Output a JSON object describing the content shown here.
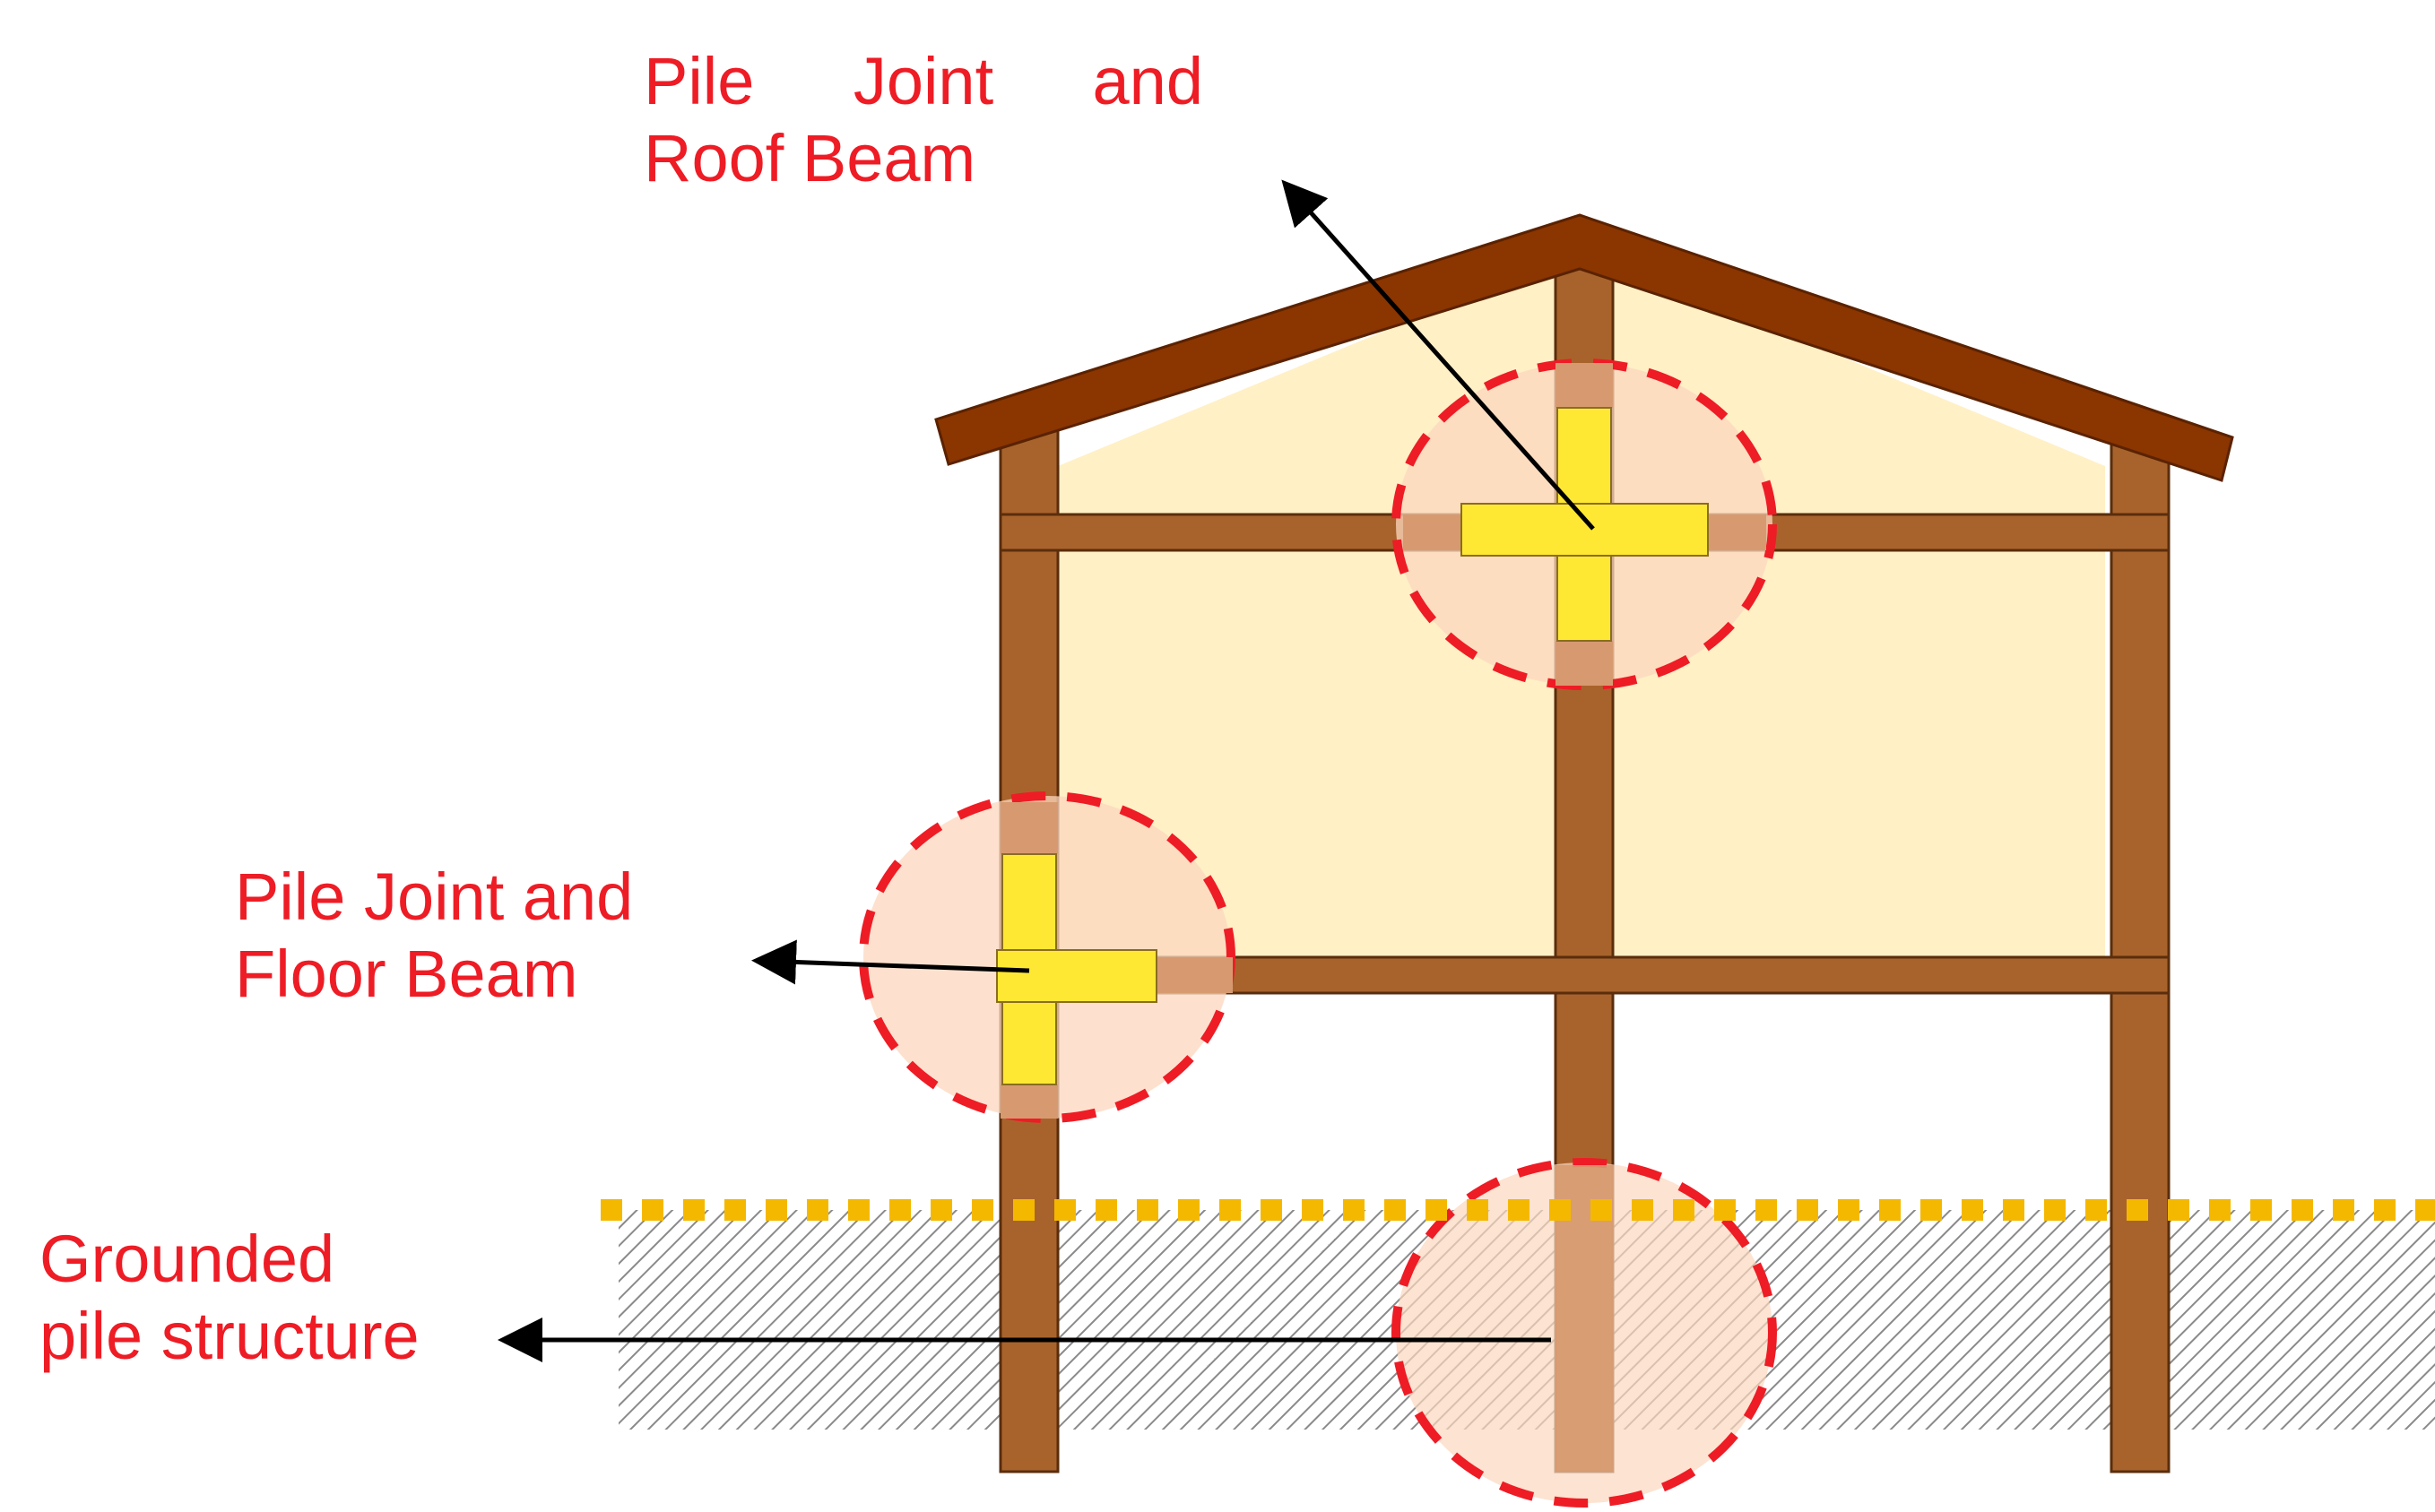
{
  "labels": {
    "roof_joint": {
      "line1_words": [
        "Pile",
        "Joint",
        "and"
      ],
      "line2": "Roof Beam"
    },
    "floor_joint": {
      "line1": "Pile Joint and",
      "line2": "Floor Beam"
    },
    "grounded": {
      "line1": "Grounded",
      "line2": "pile structure"
    }
  },
  "colors": {
    "roof": "#8b3500",
    "wood": "#a8632c",
    "wall_fill": "#fff0c6",
    "joint_highlight": "#ffe833",
    "joint_pale_wood": "#d79a70",
    "circle_dash": "#ee1c25",
    "circle_fill": "#fcd7bd",
    "ground_line": "#f5b800",
    "soil_hatch": "#8a8a8a",
    "label_text": "#ee1c25",
    "arrow": "#000000"
  }
}
